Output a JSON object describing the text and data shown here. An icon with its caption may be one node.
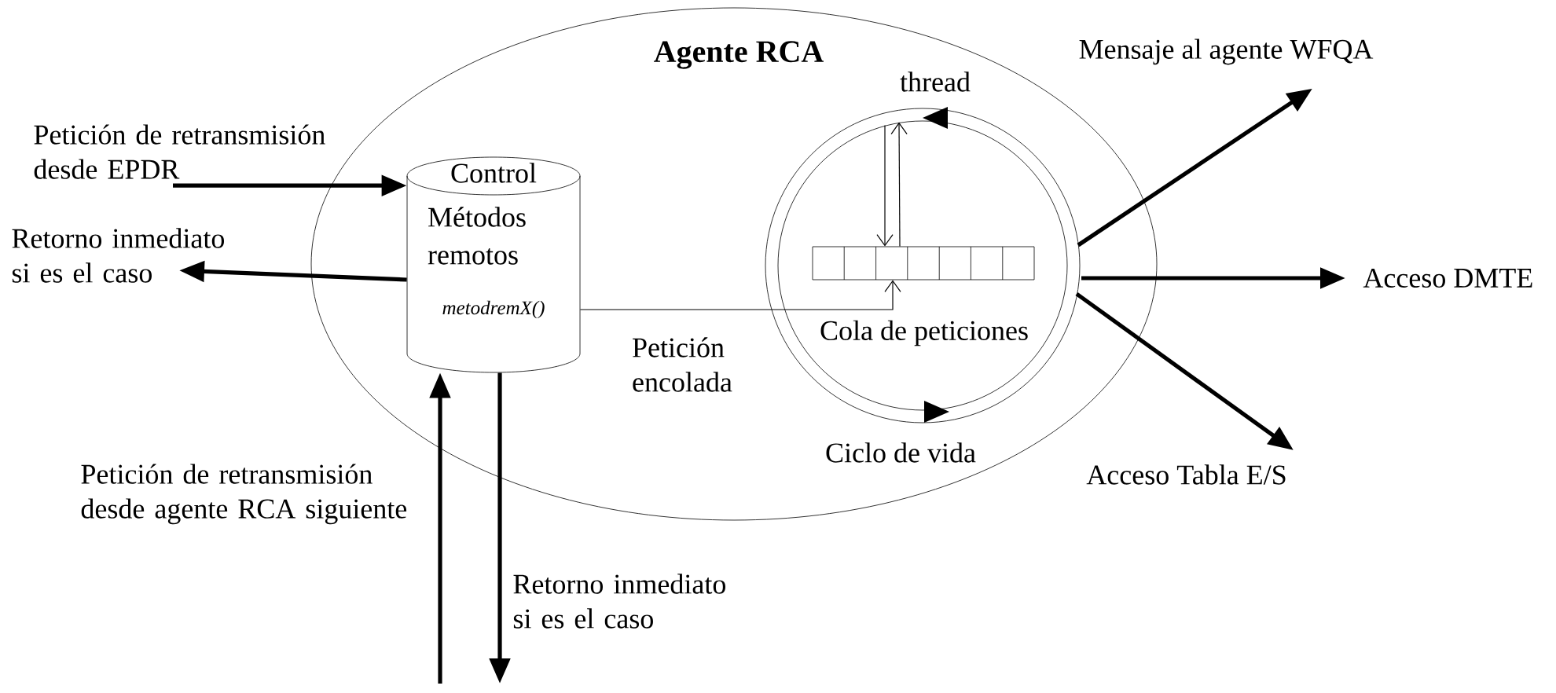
{
  "diagram": {
    "nodes": [
      {
        "text": [
          "Agente RCA"
        ]
      },
      {
        "text": [
          "Control",
          "Métodos remotos",
          "metodremX()"
        ],
        "in": 0
      },
      {
        "text": [],
        "shape": "circle",
        "beside": [
          "thread",
          "Ciclo de vida"
        ],
        "in": 0
      },
      {
        "text": [
          "Cola de peticiones"
        ],
        "in": 2
      },
      {
        "text": [
          "Petición de retransmisión desde EPDR"
        ]
      },
      {
        "text": [
          "Retorno inmediato si es el caso"
        ]
      },
      {
        "text": [
          "Mensaje al agente WFQA"
        ]
      },
      {
        "text": [
          "Acceso DMTE"
        ]
      },
      {
        "text": [
          "Acceso Tabla E/S"
        ]
      }
    ],
    "edges": [
      {
        "from": 4,
        "to": 1,
        "arrow": "to"
      },
      {
        "from": 1,
        "to": 5,
        "arrow": "to"
      },
      {
        "from": null,
        "to": 1,
        "arrow": "to"
      },
      {
        "from": 1,
        "to": null,
        "arrow": "to"
      },
      {
        "from": 1,
        "to": 3,
        "arrow": "to",
        "label": "Petición encolada"
      },
      {
        "from": 2,
        "to": 3,
        "arrow": "to"
      },
      {
        "from": 3,
        "to": 2,
        "arrow": "to"
      },
      {
        "from": 2,
        "to": 6,
        "arrow": "to"
      },
      {
        "from": 2,
        "to": 7,
        "arrow": "to"
      },
      {
        "from": 2,
        "to": 8,
        "arrow": "to"
      }
    ],
    "labels": [
      "Petición de retransmisión desde agente RCA siguiente",
      "Retorno inmediato si es el caso"
    ]
  }
}
